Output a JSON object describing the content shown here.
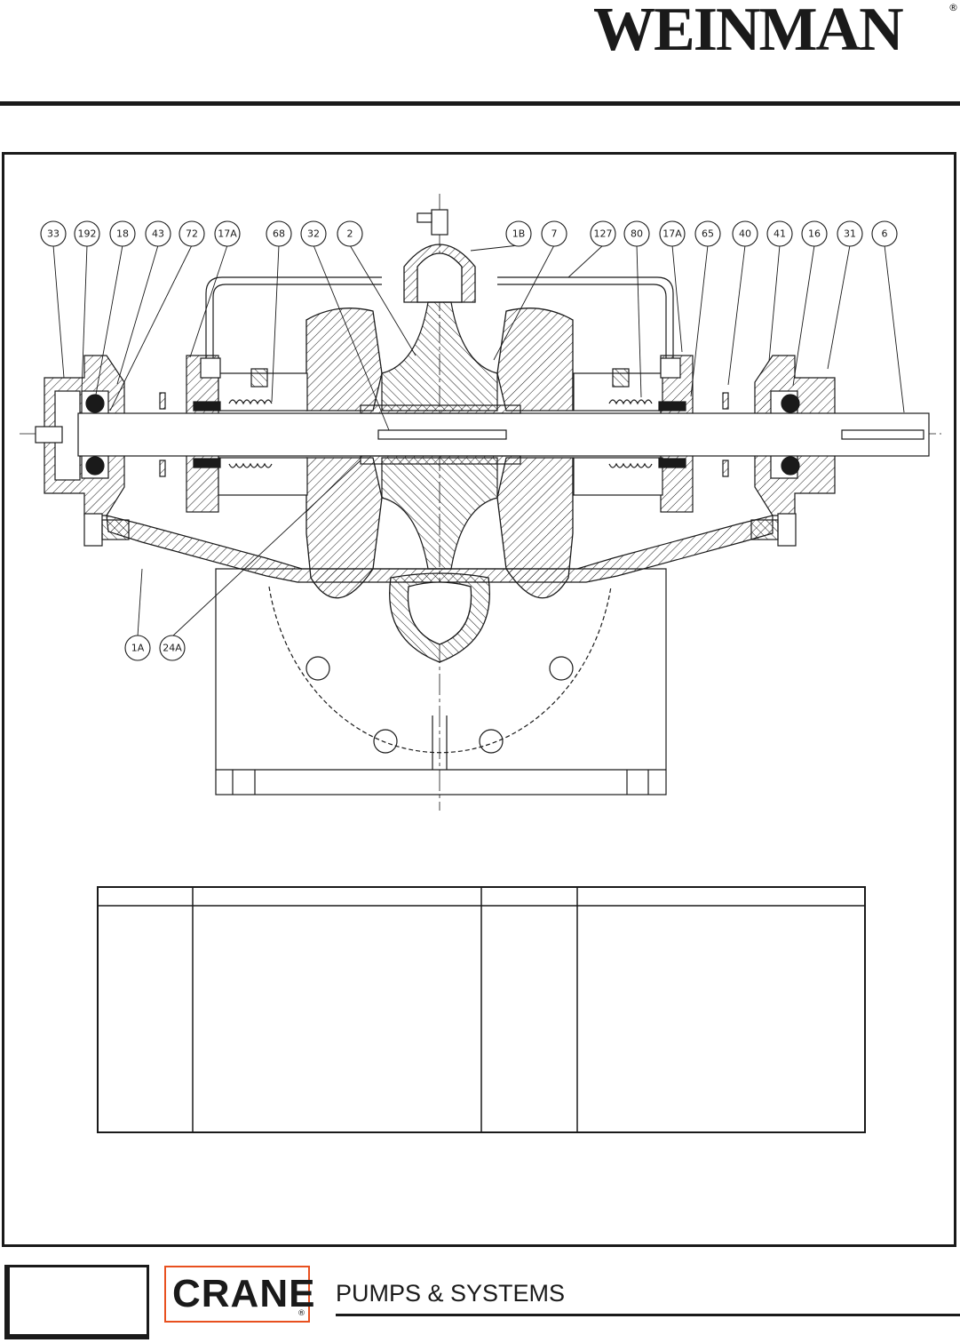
{
  "brand": {
    "name": "WEINMAN",
    "registered": "®"
  },
  "callouts": {
    "top": [
      "33",
      "192",
      "18",
      "43",
      "72",
      "17A",
      "68",
      "32",
      "2",
      "1B",
      "7",
      "127",
      "80",
      "17A",
      "65",
      "40",
      "41",
      "16",
      "31",
      "6"
    ],
    "bottom": [
      "1A",
      "24A"
    ]
  },
  "parts_table": {
    "columns": [
      "",
      "",
      "",
      ""
    ],
    "rows": []
  },
  "footer": {
    "crane": "CRANE",
    "crane_registered": "®",
    "tagline": "PUMPS & SYSTEMS"
  },
  "colors": {
    "ink": "#1a1a1a",
    "crane_border": "#e8501f",
    "background": "#ffffff"
  }
}
